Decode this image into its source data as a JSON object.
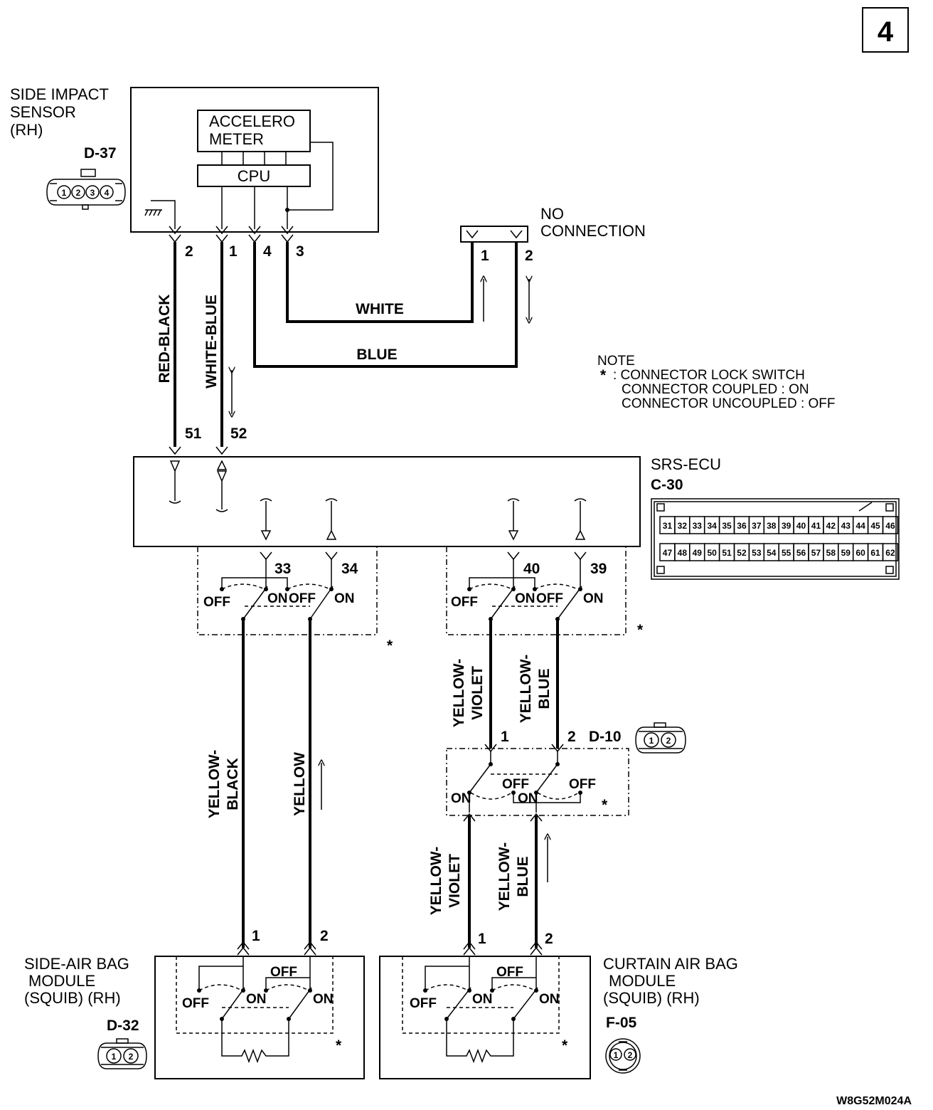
{
  "page_number": "4",
  "figure_code": "W8G52M024A",
  "side_impact_sensor": {
    "title_lines": [
      "SIDE IMPACT",
      "SENSOR",
      "(RH)"
    ],
    "connector_id": "D-37",
    "connector_pins": [
      "1",
      "2",
      "3",
      "4"
    ],
    "accelerometer_lines": [
      "ACCELERO",
      "METER"
    ],
    "cpu_label": "CPU",
    "terminals": [
      "2",
      "1",
      "4",
      "3"
    ]
  },
  "no_connection": {
    "lines": [
      "NO",
      "CONNECTION"
    ],
    "pins": [
      "1",
      "2"
    ]
  },
  "wires": {
    "red_black": "RED-BLACK",
    "white_blue": "WHITE-BLUE",
    "white": "WHITE",
    "blue": "BLUE",
    "yellow_black": [
      "YELLOW-",
      "BLACK"
    ],
    "yellow": "YELLOW",
    "yellow_violet": [
      "YELLOW-",
      "VIOLET"
    ],
    "yellow_blue": [
      "YELLOW-",
      "BLUE"
    ]
  },
  "note": {
    "title": "NOTE",
    "star": "*",
    "lines": [
      ": CONNECTOR LOCK SWITCH",
      "CONNECTOR COUPLED : ON",
      "CONNECTOR UNCOUPLED : OFF"
    ]
  },
  "srs_ecu": {
    "title": "SRS-ECU",
    "connector_id": "C-30",
    "top_terminals": [
      "51",
      "52"
    ],
    "bottom_terminals": [
      "33",
      "34",
      "40",
      "39"
    ],
    "pin_row_1": [
      "31",
      "32",
      "33",
      "34",
      "35",
      "36",
      "37",
      "38",
      "39",
      "40",
      "41",
      "42",
      "43",
      "44",
      "45",
      "46"
    ],
    "pin_row_2": [
      "47",
      "48",
      "49",
      "50",
      "51",
      "52",
      "53",
      "54",
      "55",
      "56",
      "57",
      "58",
      "59",
      "60",
      "61",
      "62"
    ]
  },
  "switch_labels": {
    "on": "ON",
    "off": "OFF",
    "star": "*"
  },
  "d10": {
    "connector_id": "D-10",
    "pins": [
      "1",
      "2"
    ]
  },
  "side_air_bag": {
    "title_lines": [
      "SIDE-AIR BAG",
      "MODULE",
      "(SQUIB) (RH)"
    ],
    "connector_id": "D-32",
    "pins": [
      "1",
      "2"
    ]
  },
  "curtain_air_bag": {
    "title_lines": [
      "CURTAIN AIR BAG",
      "MODULE",
      "(SQUIB) (RH)"
    ],
    "connector_id": "F-05",
    "pins": [
      "1",
      "2"
    ]
  }
}
